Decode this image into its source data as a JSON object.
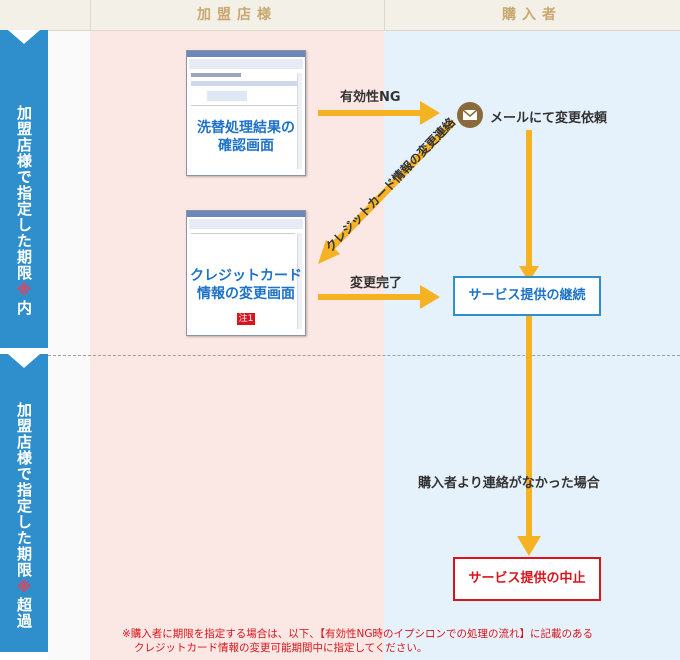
{
  "header": {
    "merchant": "加盟店様",
    "purchaser": "購入者"
  },
  "sidebar": {
    "within": {
      "prefix": "加盟店様で指定した期限",
      "mark": "※",
      "suffix": "内"
    },
    "over": {
      "prefix": "加盟店様で指定した期限",
      "mark": "※",
      "suffix": "超過"
    }
  },
  "screens": {
    "result": {
      "line1": "洗替処理結果の",
      "line2": "確認画面"
    },
    "change": {
      "line1": "クレジットカード",
      "line2": "情報の変更画面",
      "note": "注1"
    }
  },
  "flow": {
    "validity_ng": "有効性NG",
    "email_request": "メールにて変更依頼",
    "change_link": "クレジットカード情報の変更連絡",
    "change_done": "変更完了",
    "continue": "サービス提供の継続",
    "no_contact": "購入者より連絡がなかった場合",
    "stop": "サービス提供の中止"
  },
  "footnote": {
    "line1": "※購入者に期限を指定する場合は、以下、【有効性NG時のイプシロンでの処理の流れ】に記載のある",
    "line2": "クレジットカード情報の変更可能期間中に指定してください。"
  },
  "colors": {
    "merchant_bg": "#fbe7e3",
    "purchaser_bg": "#e6f2fb",
    "sidebar": "#2f8fcc",
    "arrow": "#f5b323",
    "continue_border": "#2f8fcc",
    "stop_border": "#d8141c"
  }
}
